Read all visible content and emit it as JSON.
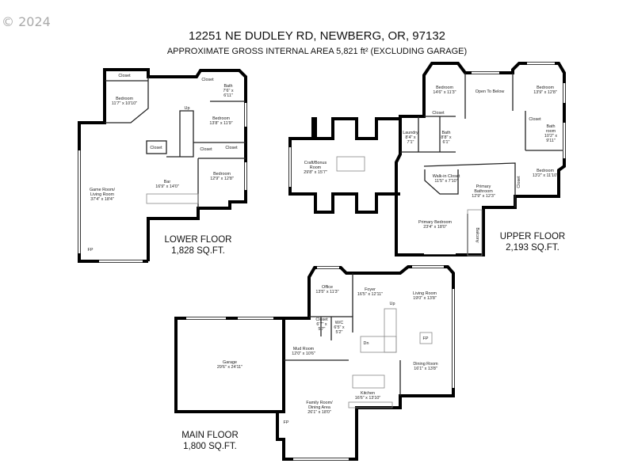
{
  "watermark": "© 2024",
  "header": {
    "address": "12251 NE DUDLEY RD, NEWBERG, OR, 97132",
    "area": "APPROXIMATE GROSS INTERNAL AREA 5,821 ft² (EXCLUDING GARAGE)"
  },
  "lower": {
    "label": "LOWER FLOOR",
    "sqft": "1,828 SQ.FT.",
    "rooms": [
      {
        "name": "Closet"
      },
      {
        "name": "Bedroom",
        "dims": "11'7\" x 10'10\""
      },
      {
        "name": "Closet"
      },
      {
        "name": "Bath",
        "dims": "7'6\" x",
        "dims2": "6'11\""
      },
      {
        "name": "Bedroom",
        "dims": "13'8\" x 11'9\""
      },
      {
        "name": "Up"
      },
      {
        "name": "Closet"
      },
      {
        "name": "Closet"
      },
      {
        "name": "Closet"
      },
      {
        "name": "Bedroom",
        "dims": "12'9\" x 12'8\""
      },
      {
        "name": "Bar",
        "dims": "16'9\" x 14'0\""
      },
      {
        "name": "Game Room/",
        "name2": "Living Room",
        "dims": "37'4\" x 18'4\""
      },
      {
        "name": "FP"
      }
    ]
  },
  "upper": {
    "label": "UPPER FLOOR",
    "sqft": "2,193 SQ.FT.",
    "rooms": [
      {
        "name": "Craft/Bonus",
        "name2": "Room",
        "dims": "29'8\" x 15'7\""
      },
      {
        "name": "Laundry",
        "dims": "8'4\" x",
        "dims2": "7'1\""
      },
      {
        "name": "Bath",
        "dims": "8'8\" x",
        "dims2": "6'1\""
      },
      {
        "name": "Bedroom",
        "dims": "14'6\" x 11'3\""
      },
      {
        "name": "Open To Below"
      },
      {
        "name": "Bedroom",
        "dims": "13'9\" x 12'8\""
      },
      {
        "name": "Closet"
      },
      {
        "name": "Closet"
      },
      {
        "name": "Bath",
        "name2": "room",
        "dims": "10'2\" x",
        "dims2": "9'11\""
      },
      {
        "name": "Walk-in Closet",
        "dims": "11'5\" x 7'10\""
      },
      {
        "name": "Primary",
        "name2": "Bathroom",
        "dims": "12'9\" x 12'3\""
      },
      {
        "name": "Bedroom",
        "dims": "13'2\" x 11'10\""
      },
      {
        "name": "Closet"
      },
      {
        "name": "Primary Bedroom",
        "dims": "23'4\" x 18'0\""
      },
      {
        "name": "Balcony"
      }
    ]
  },
  "main": {
    "label": "MAIN FLOOR",
    "sqft": "1,800 SQ.FT.",
    "rooms": [
      {
        "name": "Garage",
        "dims": "29'6\" x 24'11\""
      },
      {
        "name": "Office",
        "dims": "13'5\" x 11'3\""
      },
      {
        "name": "Foyer",
        "dims": "16'5\" x 12'11\""
      },
      {
        "name": "Living Room",
        "dims": "19'0\" x 13'8\""
      },
      {
        "name": "Up"
      },
      {
        "name": "Closet",
        "dims": "6'7\" x",
        "dims2": "5'7\""
      },
      {
        "name": "W/C",
        "dims": "6'5\" x",
        "dims2": "5'2\""
      },
      {
        "name": "Dn"
      },
      {
        "name": "FP"
      },
      {
        "name": "Mud Room",
        "dims": "12'0\" x 10'6\""
      },
      {
        "name": "Dining Room",
        "dims": "16'1\" x 13'8\""
      },
      {
        "name": "Kitchen",
        "dims": "16'6\" x 13'10\""
      },
      {
        "name": "Family Room/",
        "name2": "Dining Area",
        "dims": "26'1\" x 18'0\""
      },
      {
        "name": "FP"
      }
    ]
  }
}
